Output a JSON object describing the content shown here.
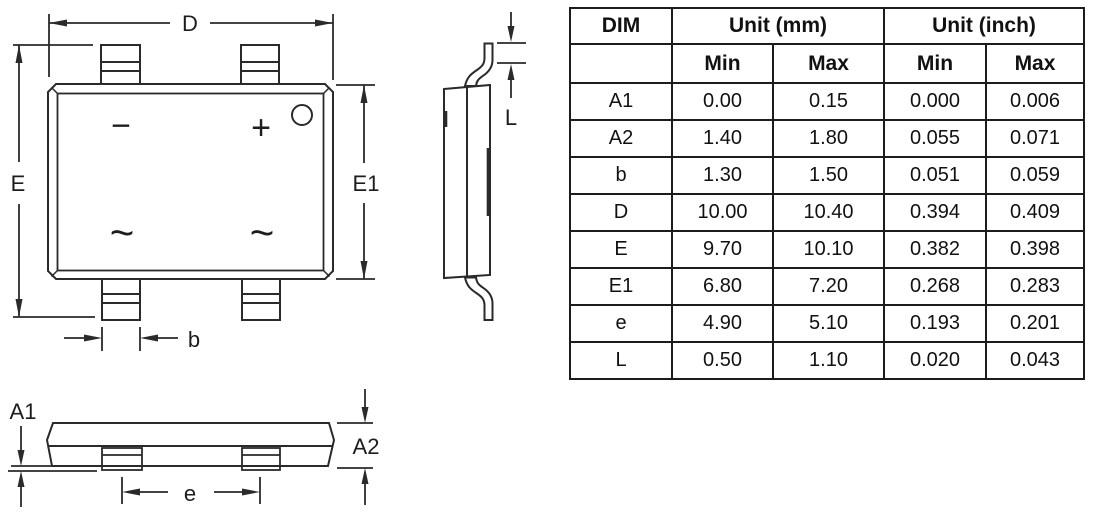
{
  "drawing": {
    "dim_labels": {
      "D": "D",
      "E": "E",
      "E1": "E1",
      "b": "b",
      "L": "L",
      "A1": "A1",
      "A2": "A2",
      "e": "e"
    },
    "package_markings": {
      "minus": "−",
      "plus": "+",
      "ac_left": "~",
      "ac_right": "~"
    },
    "line_color": "#2a2a2a"
  },
  "table": {
    "header": {
      "dim": "DIM",
      "unit_mm": "Unit (mm)",
      "unit_inch": "Unit (inch)",
      "min_mm": "Min",
      "max_mm": "Max",
      "min_inch": "Min",
      "max_inch": "Max"
    },
    "rows": [
      {
        "dim": "A1",
        "mm_min": "0.00",
        "mm_max": "0.15",
        "in_min": "0.000",
        "in_max": "0.006"
      },
      {
        "dim": "A2",
        "mm_min": "1.40",
        "mm_max": "1.80",
        "in_min": "0.055",
        "in_max": "0.071"
      },
      {
        "dim": "b",
        "mm_min": "1.30",
        "mm_max": "1.50",
        "in_min": "0.051",
        "in_max": "0.059"
      },
      {
        "dim": "D",
        "mm_min": "10.00",
        "mm_max": "10.40",
        "in_min": "0.394",
        "in_max": "0.409"
      },
      {
        "dim": "E",
        "mm_min": "9.70",
        "mm_max": "10.10",
        "in_min": "0.382",
        "in_max": "0.398"
      },
      {
        "dim": "E1",
        "mm_min": "6.80",
        "mm_max": "7.20",
        "in_min": "0.268",
        "in_max": "0.283"
      },
      {
        "dim": "e",
        "mm_min": "4.90",
        "mm_max": "5.10",
        "in_min": "0.193",
        "in_max": "0.201"
      },
      {
        "dim": "L",
        "mm_min": "0.50",
        "mm_max": "1.10",
        "in_min": "0.020",
        "in_max": "0.043"
      }
    ]
  }
}
